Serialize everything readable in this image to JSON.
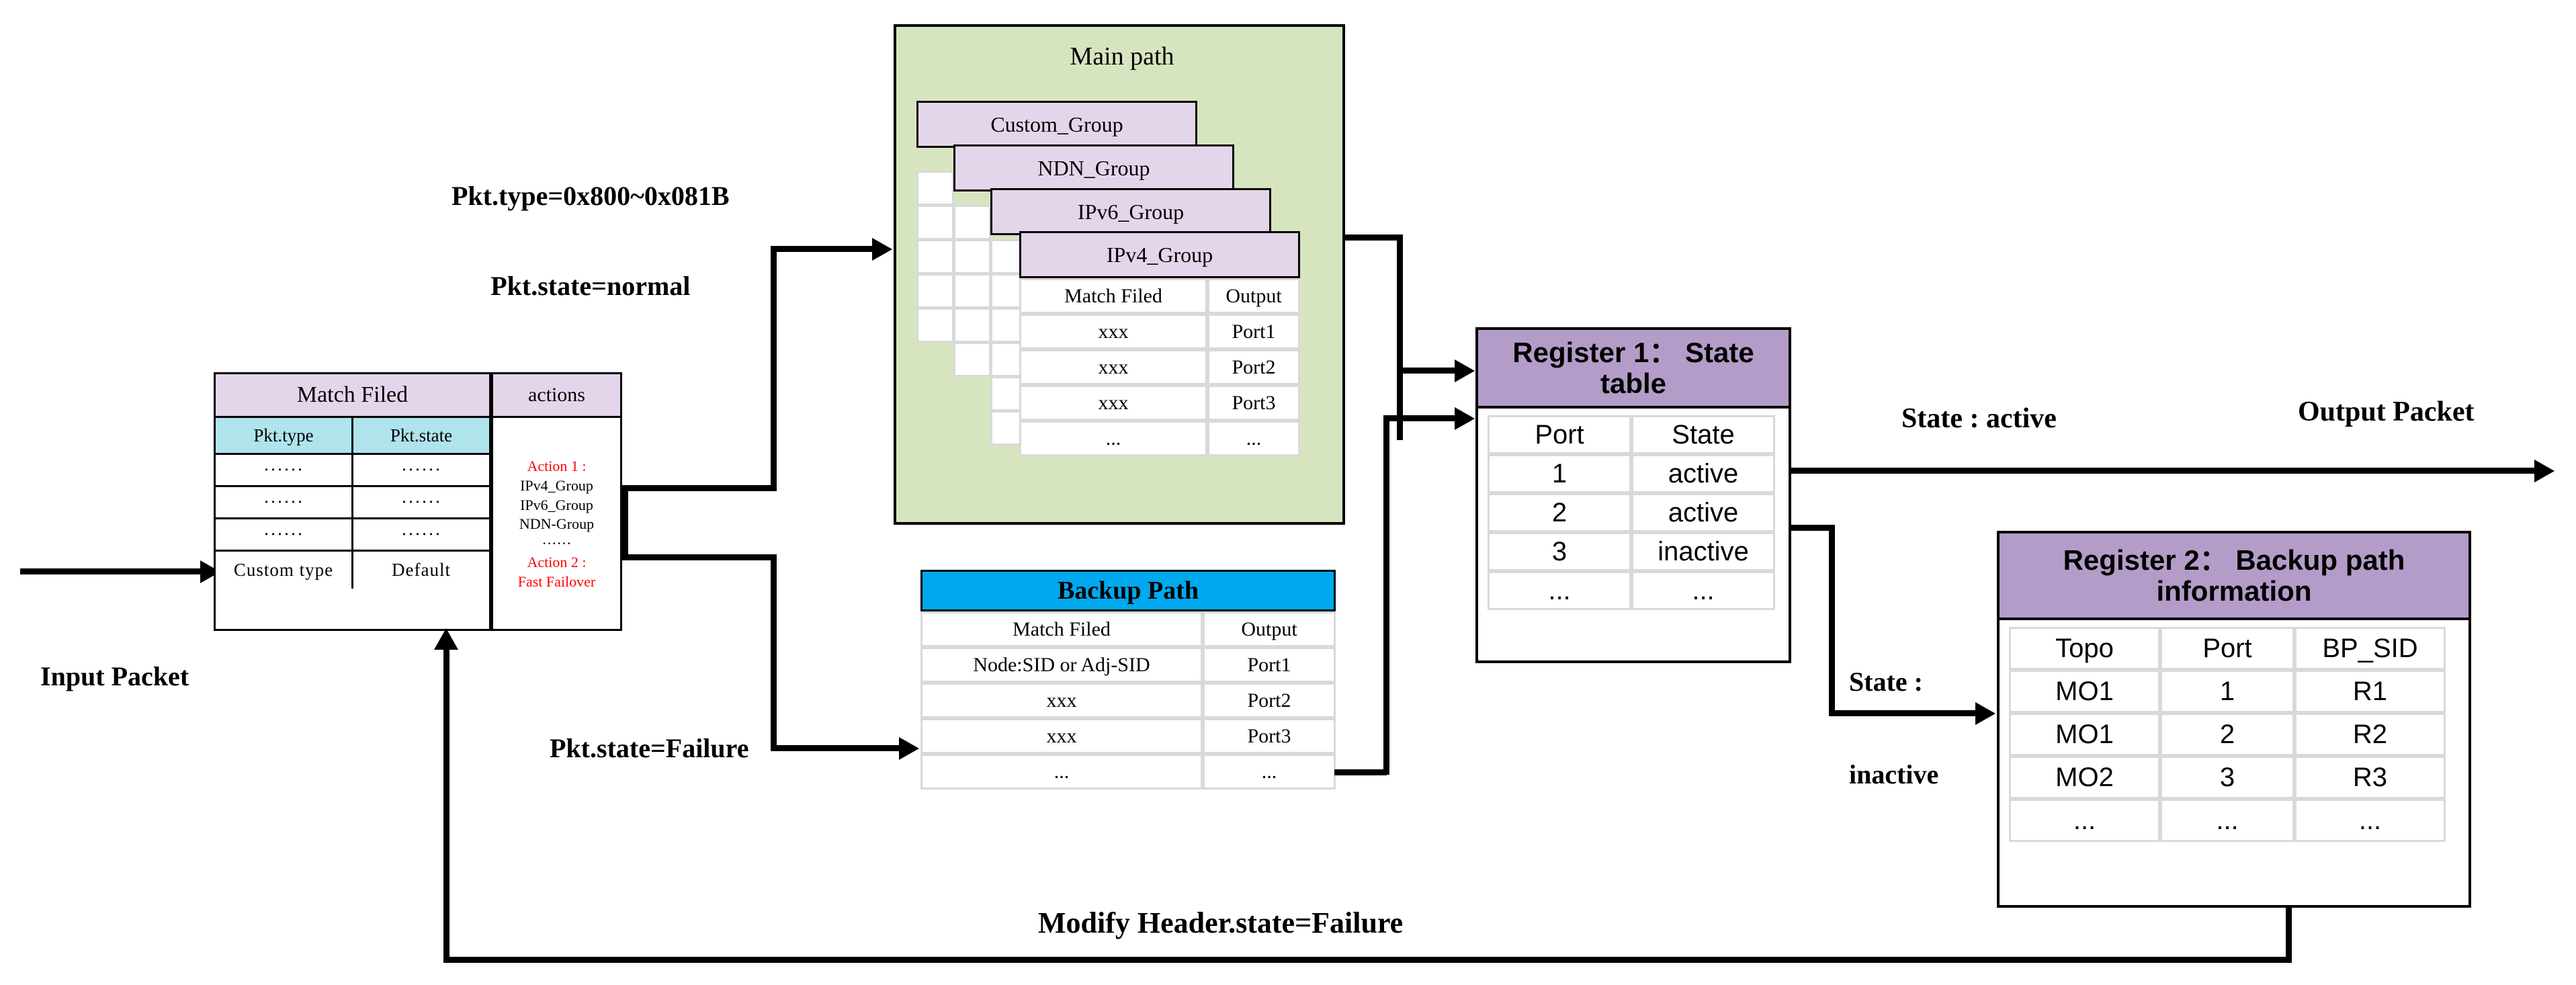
{
  "diagram": {
    "labels": {
      "input_packet": "Input Packet",
      "output_packet": "Output Packet",
      "cond_main_line1": "Pkt.type=0x800~0x081B",
      "cond_main_line2": "Pkt.state=normal",
      "cond_backup": "Pkt.state=Failure",
      "state_active": "State : active",
      "state_inactive_line1": "State :",
      "state_inactive_line2": "inactive",
      "modify_header": "Modify Header.state=Failure"
    },
    "match_table": {
      "header": "Match Filed",
      "subheaders": [
        "Pkt.type",
        "Pkt.state"
      ],
      "rows": [
        [
          "······",
          "······"
        ],
        [
          "······",
          "······"
        ],
        [
          "······",
          "······"
        ],
        [
          "Custom type",
          "Default"
        ]
      ]
    },
    "actions": {
      "header": "actions",
      "action1_label": "Action 1 :",
      "action1_items": [
        "IPv4_Group",
        "IPv6_Group",
        "NDN-Group",
        "······"
      ],
      "action2_label": "Action 2 :",
      "action2_value": "Fast Failover"
    },
    "main_path": {
      "title": "Main path",
      "groups": [
        "Custom_Group",
        "NDN_Group",
        "IPv6_Group",
        "IPv4_Group"
      ],
      "table": {
        "headers": [
          "Match Filed",
          "Output"
        ],
        "rows": [
          [
            "xxx",
            "Port1"
          ],
          [
            "xxx",
            "Port2"
          ],
          [
            "xxx",
            "Port3"
          ],
          [
            "...",
            "..."
          ]
        ]
      }
    },
    "backup_path": {
      "title": "Backup Path",
      "table": {
        "headers": [
          "Match Filed",
          "Output"
        ],
        "rows": [
          [
            "Node:SID or Adj-SID",
            "Port1"
          ],
          [
            "xxx",
            "Port2"
          ],
          [
            "xxx",
            "Port3"
          ],
          [
            "...",
            "..."
          ]
        ]
      }
    },
    "register1": {
      "title": "Register 1：  State table",
      "table": {
        "headers": [
          "Port",
          "State"
        ],
        "rows": [
          [
            "1",
            "active"
          ],
          [
            "2",
            "active"
          ],
          [
            "3",
            "inactive"
          ],
          [
            "...",
            "..."
          ]
        ]
      }
    },
    "register2": {
      "title": "Register 2：  Backup path information",
      "table": {
        "headers": [
          "Topo",
          "Port",
          "BP_SID"
        ],
        "rows": [
          [
            "MO1",
            "1",
            "R1"
          ],
          [
            "MO1",
            "2",
            "R2"
          ],
          [
            "MO2",
            "3",
            "R3"
          ],
          [
            "...",
            "...",
            "..."
          ]
        ]
      }
    },
    "colors": {
      "main_path_bg": "#d6e5c0",
      "group_bg": "#e4d6ea",
      "backup_header_bg": "#00a9ee",
      "register_header_bg": "#b49cc8",
      "subheader_bg": "#b0e4ec",
      "accent_red": "#ff0000"
    }
  }
}
